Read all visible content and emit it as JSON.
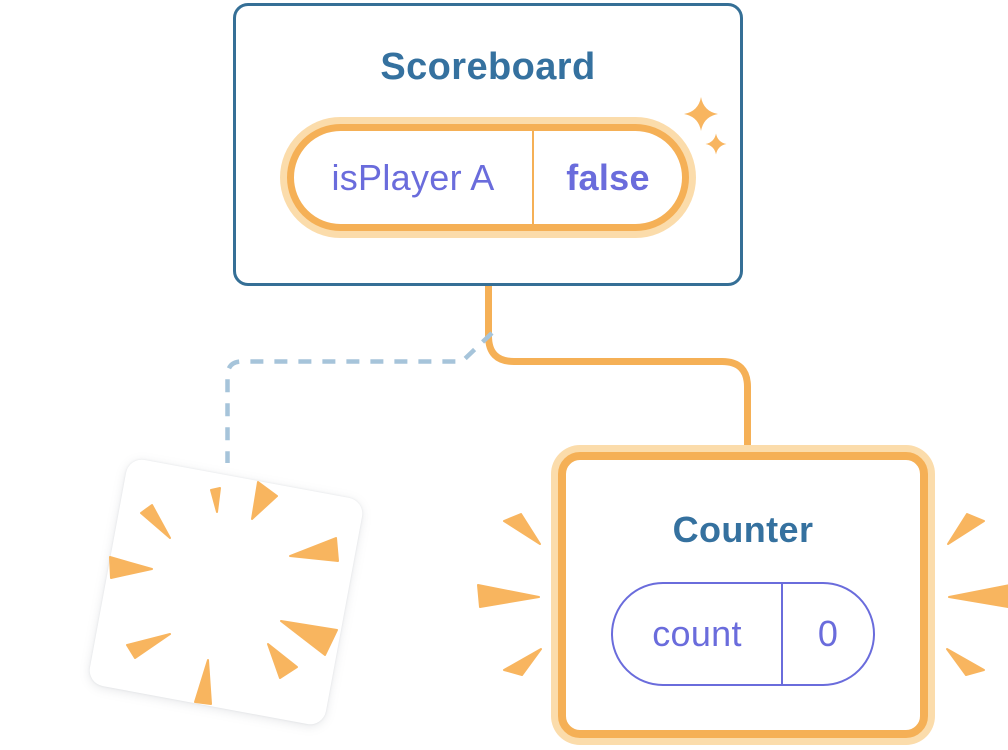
{
  "page": {
    "background": "#ffffff"
  },
  "palette": {
    "blue_border": "#356f96",
    "blue_title": "#35719f",
    "orange": "#f5b056",
    "orange_glow": "#fbdcab",
    "purple": "#6a6cdc",
    "dashed_blue": "#a6c4da",
    "burst_orange": "#f8b55f"
  },
  "scoreboard": {
    "title": "Scoreboard",
    "pill": {
      "label": "isPlayer A",
      "value": "false"
    }
  },
  "counter": {
    "title": "Counter",
    "pill": {
      "label": "count",
      "value": "0"
    }
  },
  "icons": {
    "sparkles": "sparkles-icon",
    "poof": "poof-burst-icon",
    "emphasis": "emphasis-burst-icon"
  }
}
